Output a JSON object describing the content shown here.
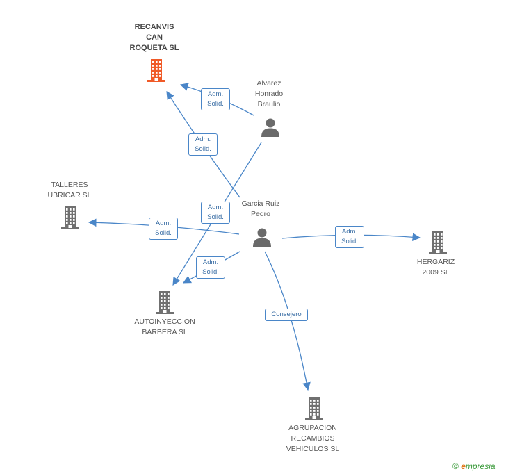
{
  "colors": {
    "edge": "#4a86c8",
    "company": "#707070",
    "company_main": "#f05a28",
    "person": "#6a6a6a"
  },
  "nodes": {
    "recanvis": {
      "lines": [
        "RECANVIS",
        "CAN",
        "ROQUETA SL"
      ],
      "icon": "building-icon"
    },
    "alvarez": {
      "lines": [
        "Alvarez",
        "Honrado",
        "Braulio"
      ],
      "icon": "person-icon"
    },
    "talleres": {
      "lines": [
        "TALLERES",
        "UBRICAR SL"
      ],
      "icon": "building-icon"
    },
    "garcia": {
      "lines": [
        "Garcia Ruiz",
        "Pedro"
      ],
      "icon": "person-icon"
    },
    "hergariz": {
      "lines": [
        "HERGARIZ",
        "2009 SL"
      ],
      "icon": "building-icon"
    },
    "autoinyeccion": {
      "lines": [
        "AUTOINYECCION",
        "BARBERA SL"
      ],
      "icon": "building-icon"
    },
    "agrupacion": {
      "lines": [
        "AGRUPACION",
        "RECAMBIOS",
        "VEHICULOS SL"
      ],
      "icon": "building-icon"
    }
  },
  "edges": [
    {
      "from": "alvarez",
      "to": "recanvis",
      "lines": [
        "Adm.",
        "Solid."
      ]
    },
    {
      "from": "garcia",
      "to": "recanvis",
      "lines": [
        "Adm.",
        "Solid."
      ]
    },
    {
      "from": "alvarez",
      "to": "autoinyeccion",
      "lines": [
        "Adm.",
        "Solid."
      ]
    },
    {
      "from": "garcia",
      "to": "talleres",
      "lines": [
        "Adm.",
        "Solid."
      ]
    },
    {
      "from": "garcia",
      "to": "autoinyeccion",
      "lines": [
        "Adm.",
        "Solid."
      ]
    },
    {
      "from": "garcia",
      "to": "hergariz",
      "lines": [
        "Adm.",
        "Solid."
      ]
    },
    {
      "from": "garcia",
      "to": "agrupacion",
      "lines": [
        "Consejero"
      ]
    }
  ],
  "footer": {
    "copyright": "©",
    "brand_initial": "e",
    "brand_rest": "mpresia"
  }
}
